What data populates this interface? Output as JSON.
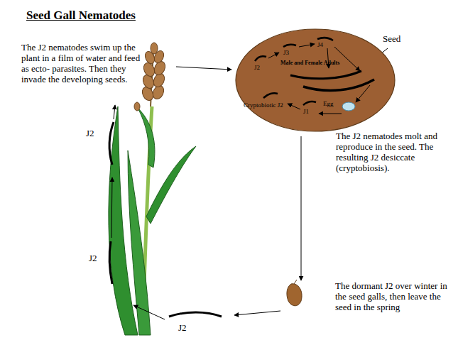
{
  "diagram": {
    "title": "Seed Gall Nematodes",
    "nodes": [
      {
        "text": [
          "Seed",
          "J2",
          "J3",
          "J4",
          "Male and Female Adults",
          "Cryptobiotic J2",
          "J1",
          "Egg"
        ]
      }
    ],
    "labels": [
      "The J2 nematodes swim up the plant in a film of water and feed as ecto- parasites. Then they invade the developing seeds.",
      "The J2 nematodes molt and reproduce in the seed. The resulting J2 desiccate (cryptobiosis).",
      "The dormant J2 over winter in the seed galls, then leave the seed in the spring",
      "J2",
      "J2",
      "J2"
    ]
  }
}
